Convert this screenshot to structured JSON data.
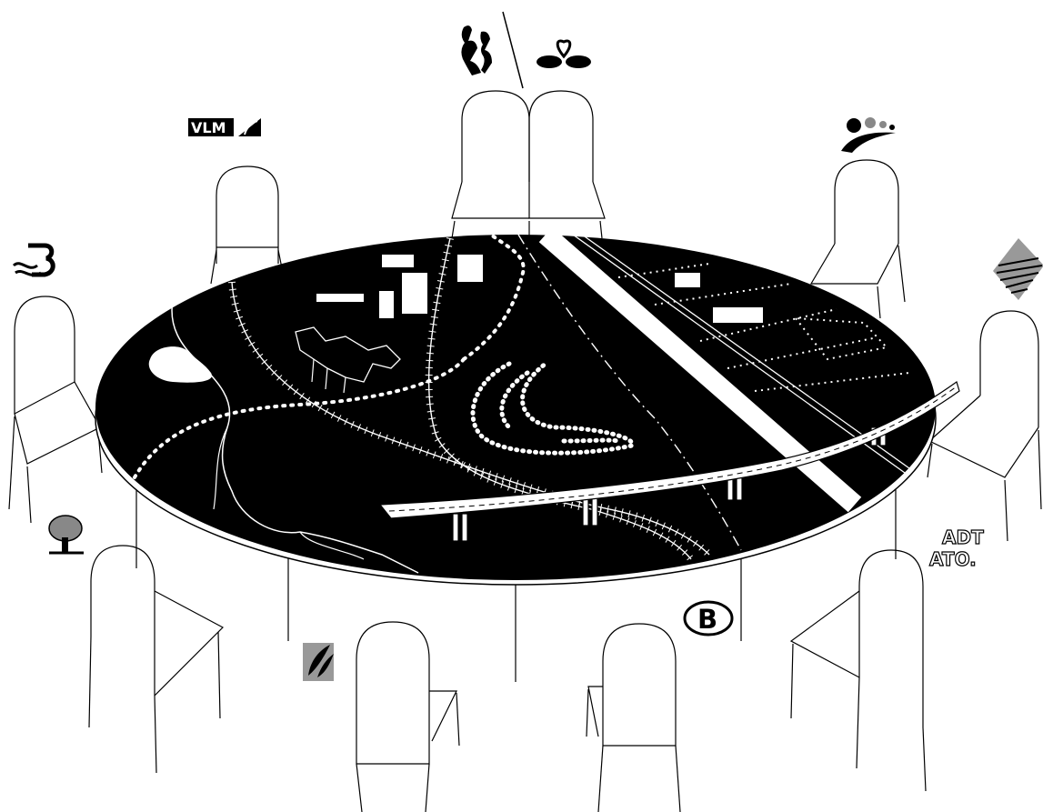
{
  "scene": {
    "table_color": "#000000",
    "map_line_color": "#ffffff",
    "chair_stroke": "#000000"
  },
  "logos": {
    "vlm": {
      "text": "VLM",
      "icon": "vlm-leaf-logo"
    },
    "adt": {
      "line1": "ADT",
      "line2": "ATO."
    },
    "nmbs": {
      "text": "B",
      "icon": "nmbs-b-logo"
    },
    "flanders_lion": {
      "icon": "flemish-lion-logo"
    },
    "heart_leaves": {
      "icon": "heart-leaves-logo"
    },
    "waterways": {
      "icon": "waterways-b-logo"
    },
    "people": {
      "icon": "people-dots-logo"
    },
    "striped_diamond": {
      "icon": "striped-diamond-logo"
    },
    "tree": {
      "icon": "tree-logo"
    },
    "feathers": {
      "icon": "feather-leaves-logo"
    }
  }
}
